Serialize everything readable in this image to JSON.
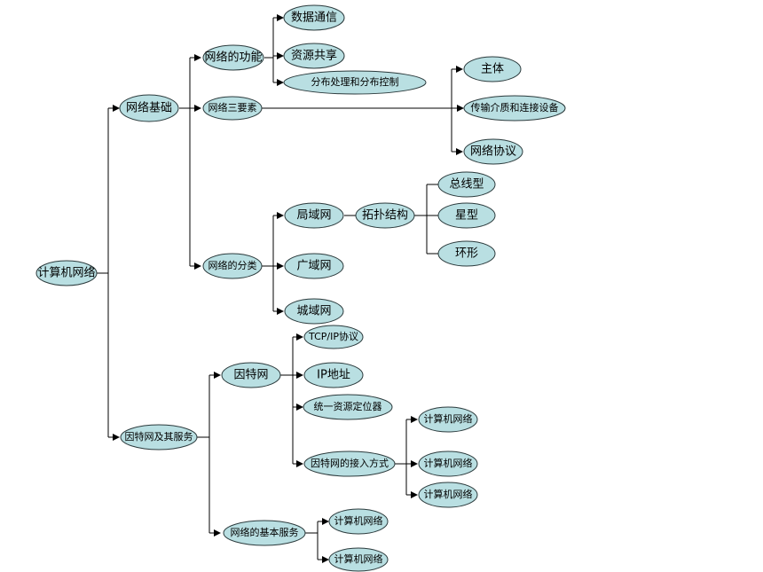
{
  "nodes": {
    "root": "计算机网络",
    "basics": "网络基础",
    "functions": "网络的功能",
    "data_comm": "数据通信",
    "resource_share": "资源共享",
    "distributed": "分布处理和分布控制",
    "three_elements": "网络三要素",
    "subject": "主体",
    "medium": "传输介质和连接设备",
    "protocol": "网络协议",
    "classification": "网络的分类",
    "lan": "局域网",
    "wan": "广域网",
    "man": "城域网",
    "topology": "拓扑结构",
    "bus": "总线型",
    "star": "星型",
    "ring": "环形",
    "internet_services": "因特网及其服务",
    "internet": "因特网",
    "tcpip": "TCP/IP协议",
    "ip_address": "IP地址",
    "url": "统一资源定位器",
    "access": "因特网的接入方式",
    "access_1": "计算机网络",
    "access_2": "计算机网络",
    "access_3": "计算机网络",
    "basic_services": "网络的基本服务",
    "service_1": "计算机网络",
    "service_2": "计算机网络"
  }
}
